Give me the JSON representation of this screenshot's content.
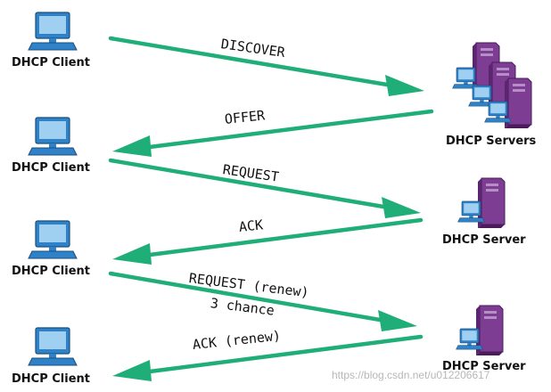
{
  "clients": [
    {
      "label": "DHCP Client"
    },
    {
      "label": "DHCP Client"
    },
    {
      "label": "DHCP Client"
    },
    {
      "label": "DHCP Client"
    }
  ],
  "servers": [
    {
      "label": "DHCP Servers"
    },
    {
      "label": "DHCP Server"
    },
    {
      "label": "DHCP Server"
    }
  ],
  "messages": [
    {
      "label": "DISCOVER"
    },
    {
      "label": "OFFER"
    },
    {
      "label": "REQUEST"
    },
    {
      "label": "ACK"
    },
    {
      "label": "REQUEST (renew)",
      "sublabel": "3 chance"
    },
    {
      "label": "ACK (renew)"
    }
  ],
  "watermark": "https://blog.csdn.net/u012206617",
  "colors": {
    "arrow": "#1fae77",
    "monitor": "#2f82c7",
    "server": "#7c3d93"
  },
  "icons": {
    "client": "computer-monitor-icon",
    "server": "server-tower-icon",
    "server_group": "server-cluster-icon"
  }
}
